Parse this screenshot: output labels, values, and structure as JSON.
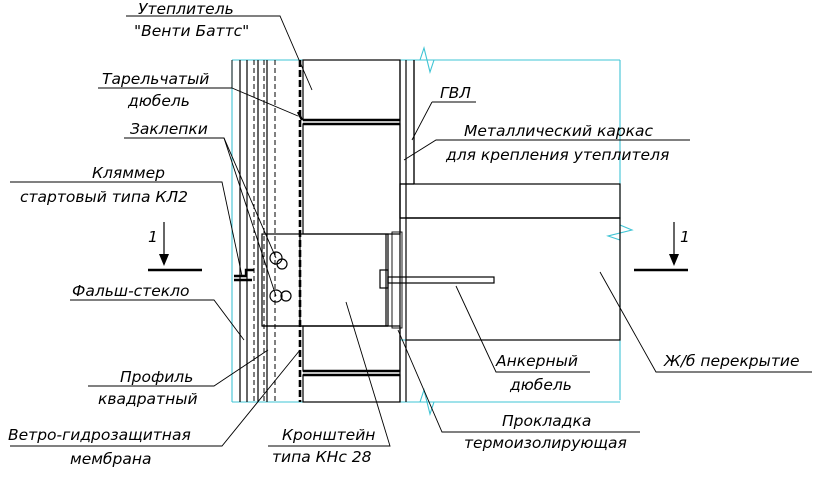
{
  "labels": {
    "insulation": {
      "line1": "Утеплитель",
      "line2": "\"Венти Баттс\""
    },
    "disc_dowel": {
      "line1": "Тарельчатый",
      "line2": "дюбель"
    },
    "rivets": "Заклепки",
    "clamp": {
      "line1": "Кляммер",
      "line2": "стартовый типа КЛ2"
    },
    "false_glass": "Фальш-стекло",
    "profile": {
      "line1": "Профиль",
      "line2": "квадратный"
    },
    "membrane": {
      "line1": "Ветро-гидрозащитная",
      "line2": "мембрана"
    },
    "bracket": {
      "line1": "Кронштейн",
      "line2": "типа КНс 28"
    },
    "gvl": "ГВЛ",
    "metal_frame": {
      "line1": "Металлический каркас",
      "line2": "для крепления утеплителя"
    },
    "anchor": {
      "line1": "Анкерный",
      "line2": "дюбель"
    },
    "gasket": {
      "line1": "Прокладка",
      "line2": "термоизолирующая"
    },
    "slab": "Ж/б перекрытие",
    "section_left": "1",
    "section_right": "1"
  },
  "colors": {
    "ink": "#000000",
    "construction": "#3fc4d4",
    "background": "#ffffff"
  }
}
